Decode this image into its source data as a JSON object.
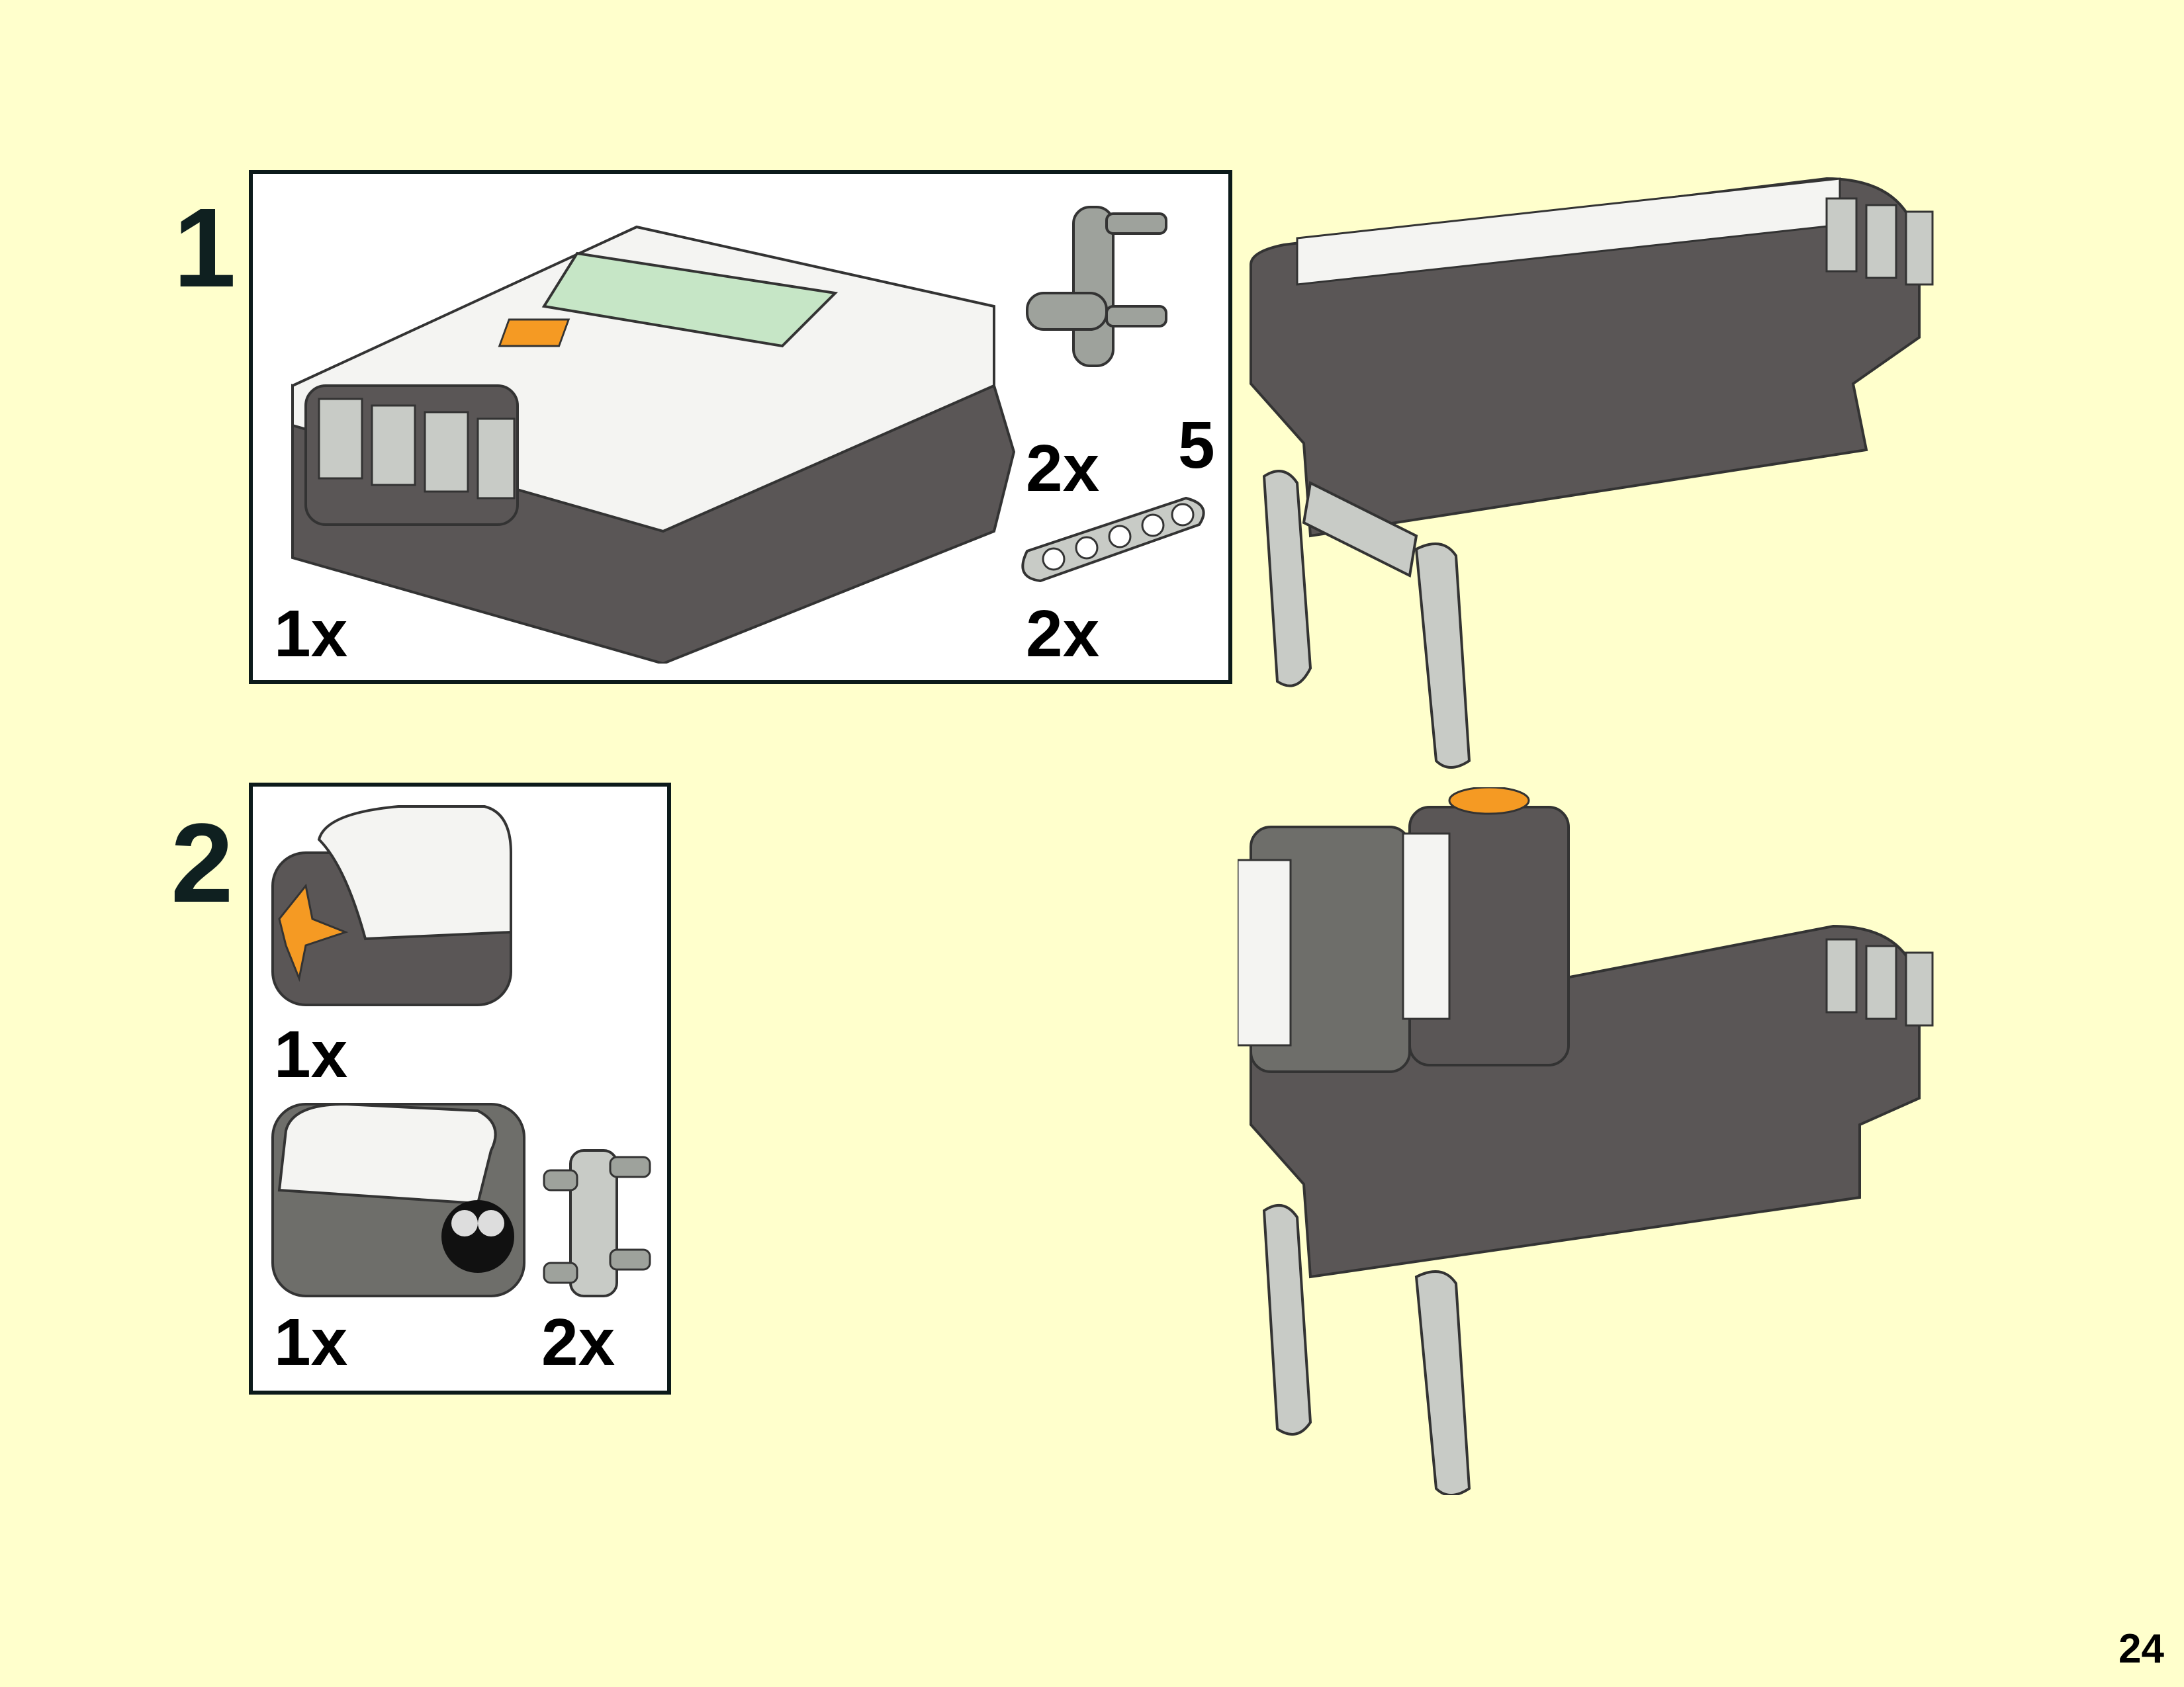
{
  "page_number": "24",
  "steps": [
    {
      "number": "1",
      "parts": [
        {
          "name": "nxt-brick",
          "qty": "1x"
        },
        {
          "name": "pin-connector",
          "qty": "2x"
        },
        {
          "name": "beam",
          "qty": "2x",
          "length": "5"
        }
      ]
    },
    {
      "number": "2",
      "parts": [
        {
          "name": "touch-sensor",
          "qty": "1x"
        },
        {
          "name": "ultrasonic-sensor",
          "qty": "1x"
        },
        {
          "name": "pin-connector",
          "qty": "2x"
        }
      ]
    }
  ],
  "colors": {
    "background": "#FFFFCC",
    "dark_gray": "#5a5656",
    "light_gray": "#c8cbc6",
    "white": "#ffffff",
    "orange": "#f59a23",
    "screen": "#c6e6c6"
  }
}
